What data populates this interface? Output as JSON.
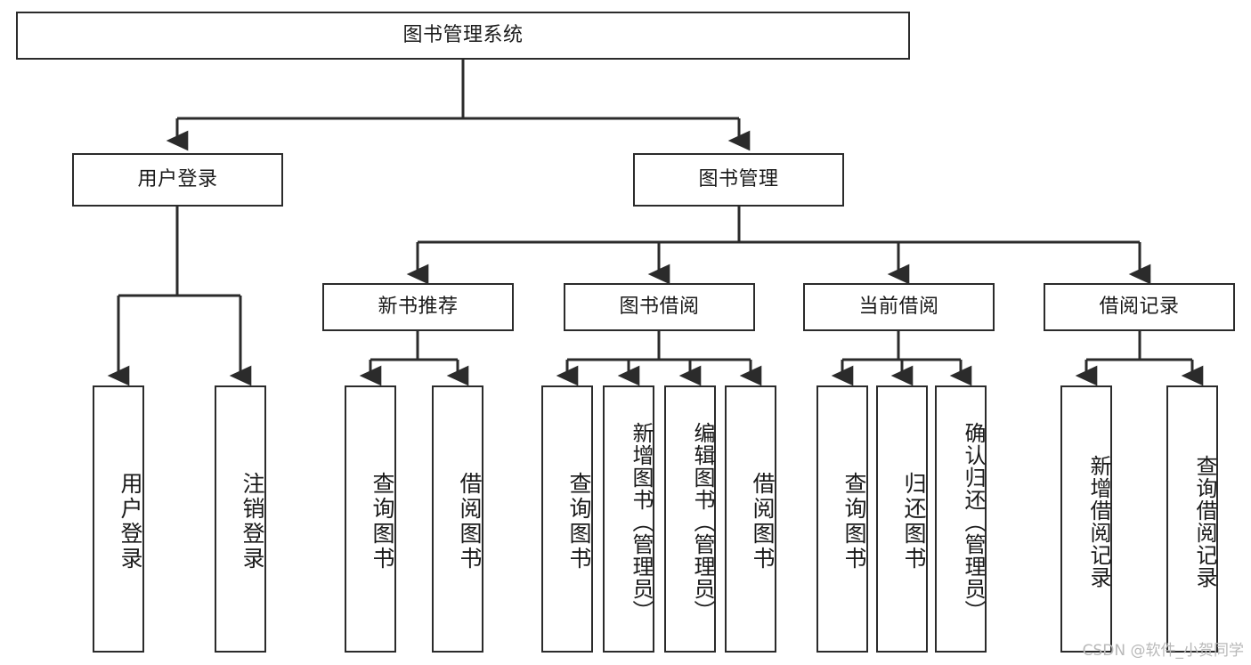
{
  "diagram": {
    "title": "图书管理系统",
    "type": "hierarchy-tree",
    "watermark": "CSDN @软件_小贺同学",
    "colors": {
      "stroke": "#2b2b2b",
      "fill": "#ffffff",
      "text": "#1a1a1a",
      "watermark": "#b9b9b9"
    },
    "root": {
      "label": "图书管理系统"
    },
    "level1": [
      {
        "label": "用户登录"
      },
      {
        "label": "图书管理"
      }
    ],
    "level2": [
      {
        "label": "新书推荐"
      },
      {
        "label": "图书借阅"
      },
      {
        "label": "当前借阅"
      },
      {
        "label": "借阅记录"
      }
    ],
    "leaves": {
      "user_login": [
        {
          "label": "用户登录"
        },
        {
          "label": "注销登录"
        }
      ],
      "new_book": [
        {
          "label": "查询图书"
        },
        {
          "label": "借阅图书"
        }
      ],
      "book_borrow": [
        {
          "label": "查询图书"
        },
        {
          "label": "新增图书（管理员）"
        },
        {
          "label": "编辑图书（管理员）"
        },
        {
          "label": "借阅图书"
        }
      ],
      "current_borrow": [
        {
          "label": "查询图书"
        },
        {
          "label": "归还图书"
        },
        {
          "label": "确认归还（管理员）"
        }
      ],
      "borrow_record": [
        {
          "label": "新增借阅记录"
        },
        {
          "label": "查询借阅记录"
        }
      ]
    }
  }
}
